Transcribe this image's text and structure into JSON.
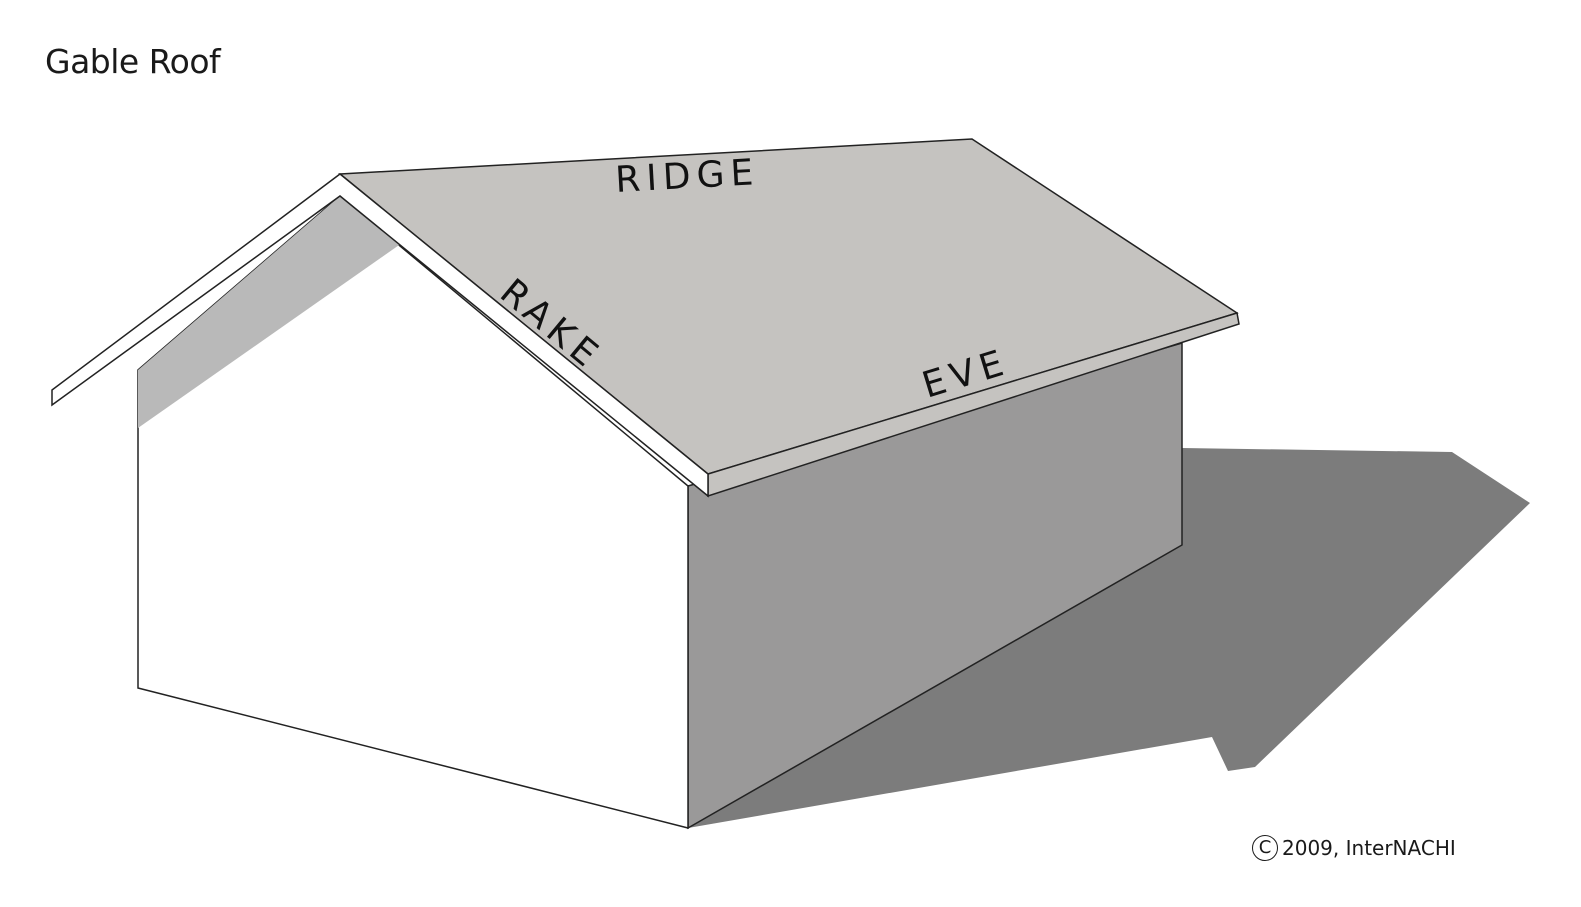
{
  "diagram": {
    "title": "Gable Roof",
    "labels": {
      "ridge": "RIDGE",
      "rake": "RAKE",
      "eve": "EVE"
    },
    "copyright": {
      "symbol": "C",
      "text": "2009, InterNACHI"
    }
  },
  "colors": {
    "background": "#ffffff",
    "roof_surface": "#c5c3c0",
    "side_wall": "#9a9999",
    "gable_wall": "#ffffff",
    "ground_shadow": "#7c7c7c",
    "overhang_shadow": "#b9b9b9",
    "outline": "#222222"
  }
}
